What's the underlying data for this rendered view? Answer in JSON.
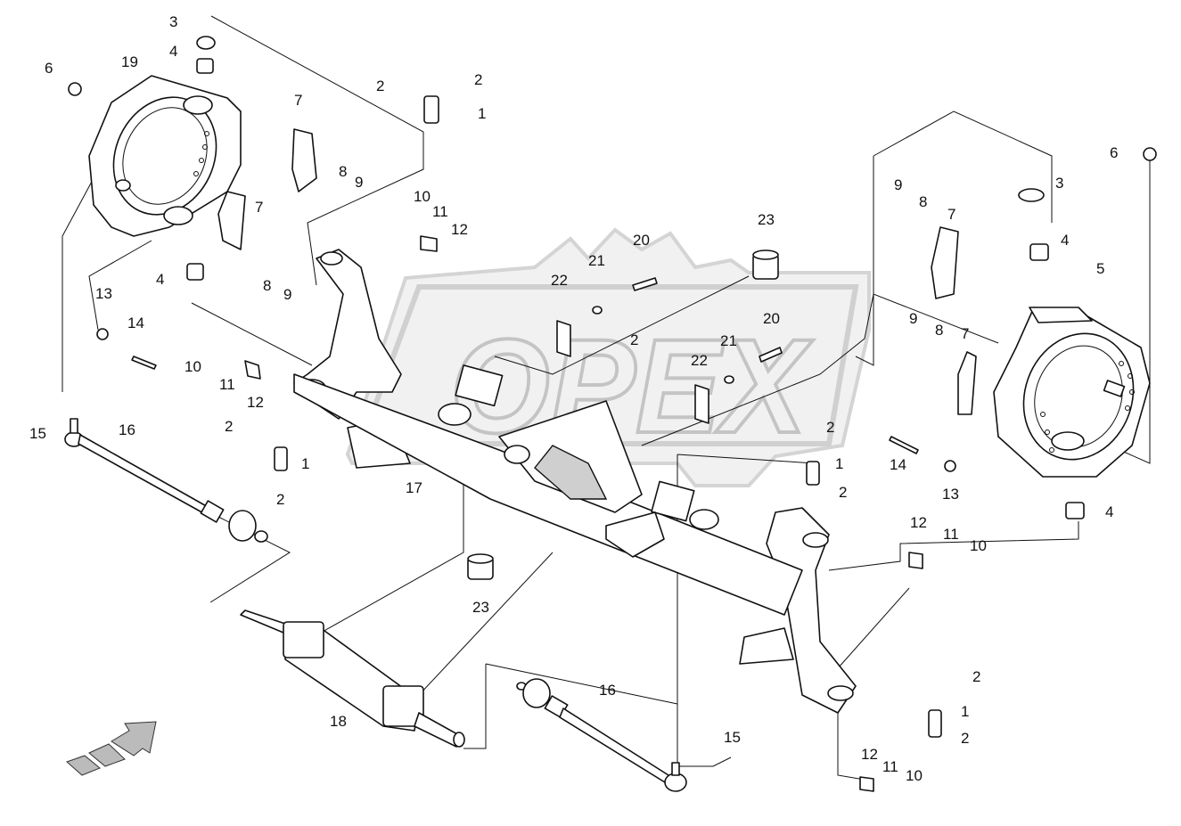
{
  "watermark": {
    "text": "OPEX"
  },
  "labels": [
    "1",
    "2",
    "3",
    "4",
    "5",
    "6",
    "7",
    "8",
    "9",
    "10",
    "11",
    "12",
    "13",
    "14",
    "15",
    "16",
    "17",
    "18",
    "19",
    "20",
    "21",
    "22",
    "23"
  ]
}
